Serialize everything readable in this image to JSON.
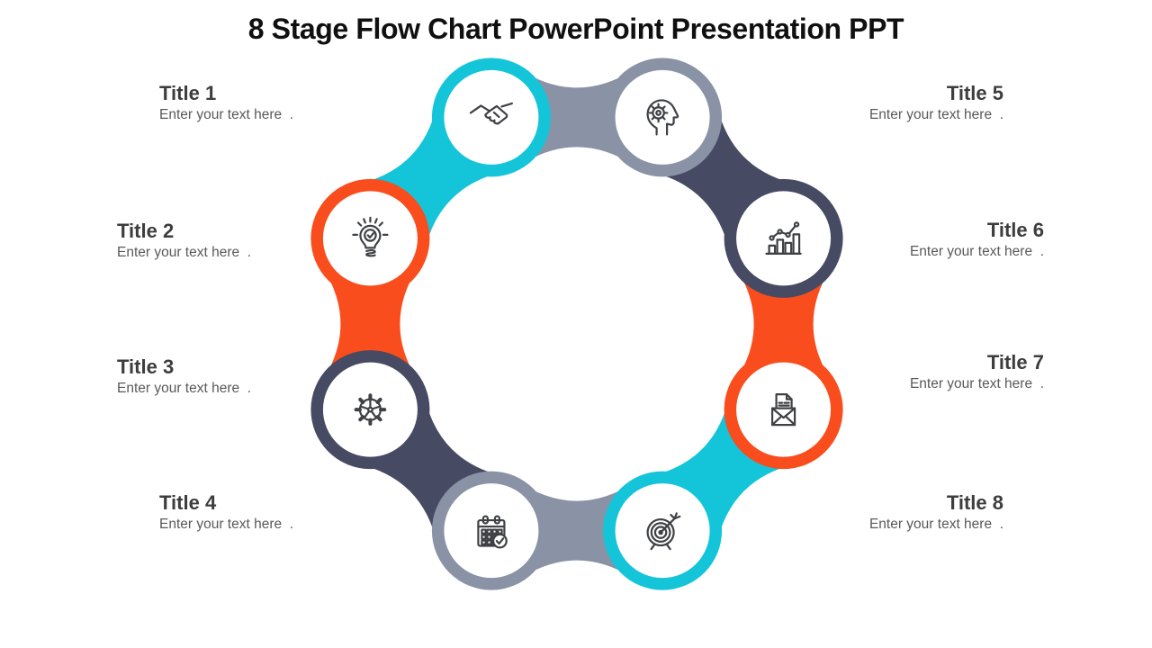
{
  "slide_title": "8 Stage Flow Chart PowerPoint Presentation PPT",
  "stages": [
    {
      "title": "Title 1",
      "body": "Enter your text here  .",
      "icon": "handshake",
      "color": "#14c4d9"
    },
    {
      "title": "Title 2",
      "body": "Enter your text here  .",
      "icon": "lightbulb",
      "color": "#f94d1d"
    },
    {
      "title": "Title 3",
      "body": "Enter your text here  .",
      "icon": "gear",
      "color": "#474a63"
    },
    {
      "title": "Title 4",
      "body": "Enter your text here  .",
      "icon": "calendar",
      "color": "#8a92a6"
    },
    {
      "title": "Title 5",
      "body": "Enter your text here  .",
      "icon": "headgear",
      "color": "#8a92a6"
    },
    {
      "title": "Title 6",
      "body": "Enter your text here  .",
      "icon": "chart",
      "color": "#474a63"
    },
    {
      "title": "Title 7",
      "body": "Enter your text here  .",
      "icon": "envelope",
      "color": "#f94d1d"
    },
    {
      "title": "Title 8",
      "body": "Enter your text here  .",
      "icon": "target",
      "color": "#14c4d9"
    }
  ],
  "colors": {
    "cyan": "#14c4d9",
    "gray": "#8a92a6",
    "navy": "#474a63",
    "orange": "#f94d1d",
    "icon_stroke": "#3f4145",
    "title_text": "#3d3d3d",
    "body_text": "#595959"
  }
}
